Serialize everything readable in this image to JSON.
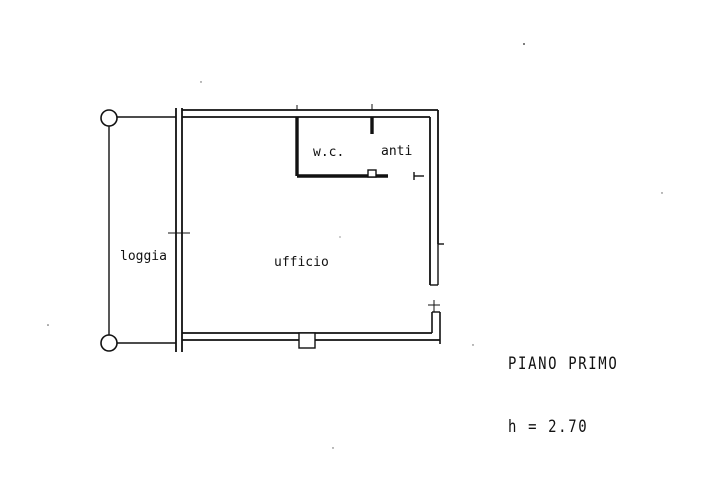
{
  "rooms": {
    "wc": "w.c.",
    "anti": "anti",
    "loggia": "loggia",
    "ufficio": "ufficio"
  },
  "caption": {
    "floor": "PIANO PRIMO",
    "height": "h = 2.70"
  }
}
